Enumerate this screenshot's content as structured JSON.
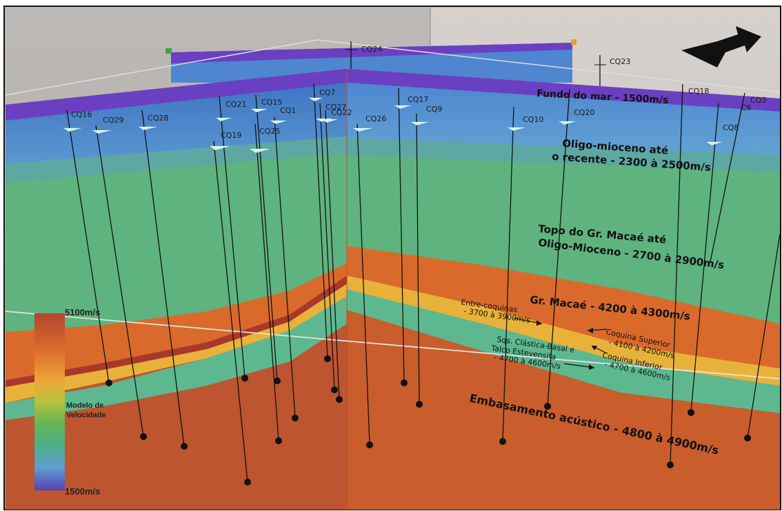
{
  "wells": [
    {
      "id": "CQ16"
    },
    {
      "id": "CQ29"
    },
    {
      "id": "CQ28"
    },
    {
      "id": "CQ21"
    },
    {
      "id": "CQ15"
    },
    {
      "id": "CQ1"
    },
    {
      "id": "CQ19"
    },
    {
      "id": "CQ25"
    },
    {
      "id": "CQ7"
    },
    {
      "id": "CQ27"
    },
    {
      "id": "CQ22"
    },
    {
      "id": "CQ26"
    },
    {
      "id": "CQ17"
    },
    {
      "id": "CQ9"
    },
    {
      "id": "CQ10"
    },
    {
      "id": "CQ20"
    },
    {
      "id": "CQ24"
    },
    {
      "id": "CQ23"
    },
    {
      "id": "CQ18"
    },
    {
      "id": "CQ3"
    },
    {
      "id": "CQ8"
    },
    {
      "id": "C6"
    }
  ],
  "layers": {
    "seafloor": "Fundo do mar - 1500m/s",
    "oligo_line1": "Oligo-mioceno até",
    "oligo_line2": "o recente - 2300 à 2500m/s",
    "topo_line1": "Topo do Gr. Macaé até",
    "topo_line2": "Oligo-Mioceno - 2700 à 2900m/s",
    "macae": "Gr. Macaé - 4200 à 4300m/s",
    "entre_line1": "Entre-coquinas",
    "entre_line2": "- 3700 à 3900m/s",
    "coq_sup_line1": "Coquina Superior",
    "coq_sup_line2": "- 4100 à 4200m/s",
    "coq_inf_line1": "Coquina Inferior",
    "coq_inf_line2": "- 4700 à 4600m/s",
    "seq_line1": "Sqs. Clástica-Basal e",
    "seq_line2": "Talco Estevensita",
    "seq_line3": "- 4700 à 4600m/s",
    "embasamento": "Embasamento acústico - 4800 à 4900m/s"
  },
  "scale": {
    "max": "5100m/s",
    "min": "1500m/s",
    "title_line1": "Modelo de",
    "title_line2": "Velocidade",
    "gradient": [
      "#b5442e",
      "#d96a2c",
      "#f0a53a",
      "#d8c63d",
      "#7cb64a",
      "#4cae8b",
      "#5fa0c7",
      "#6b7fd6",
      "#5a3fb4"
    ]
  },
  "colors": {
    "seafloor": "#6a3fc2",
    "water": "#4e8ad0",
    "oligo": "#5ea7a3",
    "topo": "#5fb37e",
    "macae": "#d96a2c",
    "coquina": "#e8b23a",
    "basal": "#5db890",
    "basement": "#bd5530"
  }
}
